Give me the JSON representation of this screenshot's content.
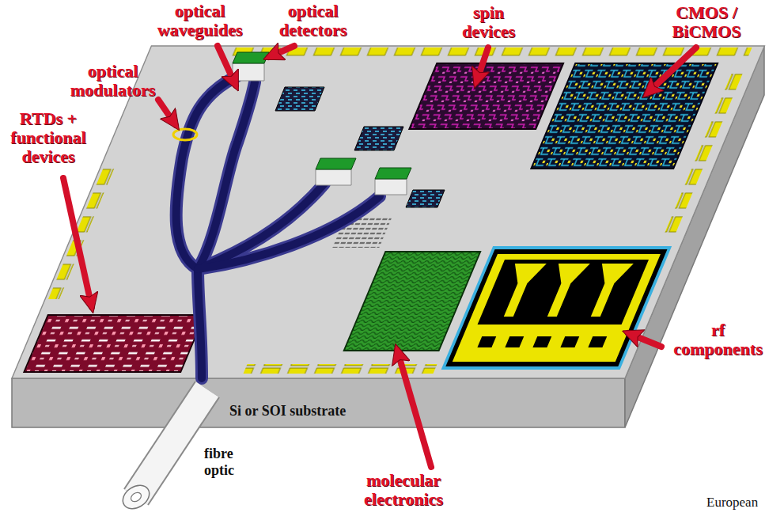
{
  "diagram": {
    "labels": [
      "optical waveguides",
      "optical detectors",
      "spin devices",
      "CMOS / BiCMOS",
      "optical modulators",
      "RTDs + functional devices",
      "rf components",
      "Si or SOI substrate",
      "molecular electronics",
      "fibre optic",
      "European"
    ]
  }
}
